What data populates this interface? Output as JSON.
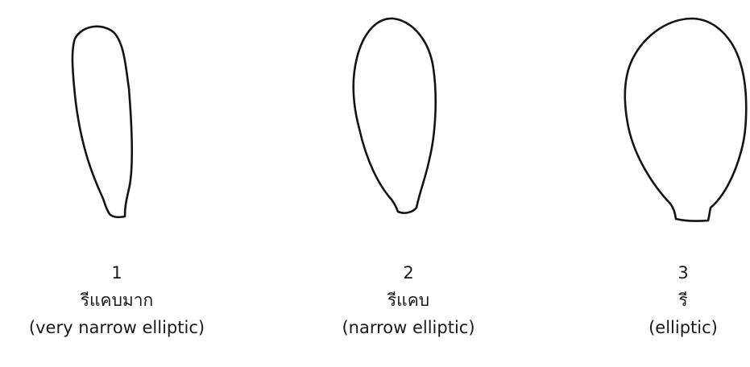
{
  "shapes": [
    {
      "id": "1",
      "number": "1",
      "thai_label": "รีแคบมาก",
      "english_label": "(very narrow elliptic)"
    },
    {
      "id": "2",
      "number": "2",
      "thai_label": "รีแคบ",
      "english_label": "(narrow elliptic)"
    },
    {
      "id": "3",
      "number": "3",
      "thai_label": "รี",
      "english_label": "(elliptic)"
    }
  ]
}
